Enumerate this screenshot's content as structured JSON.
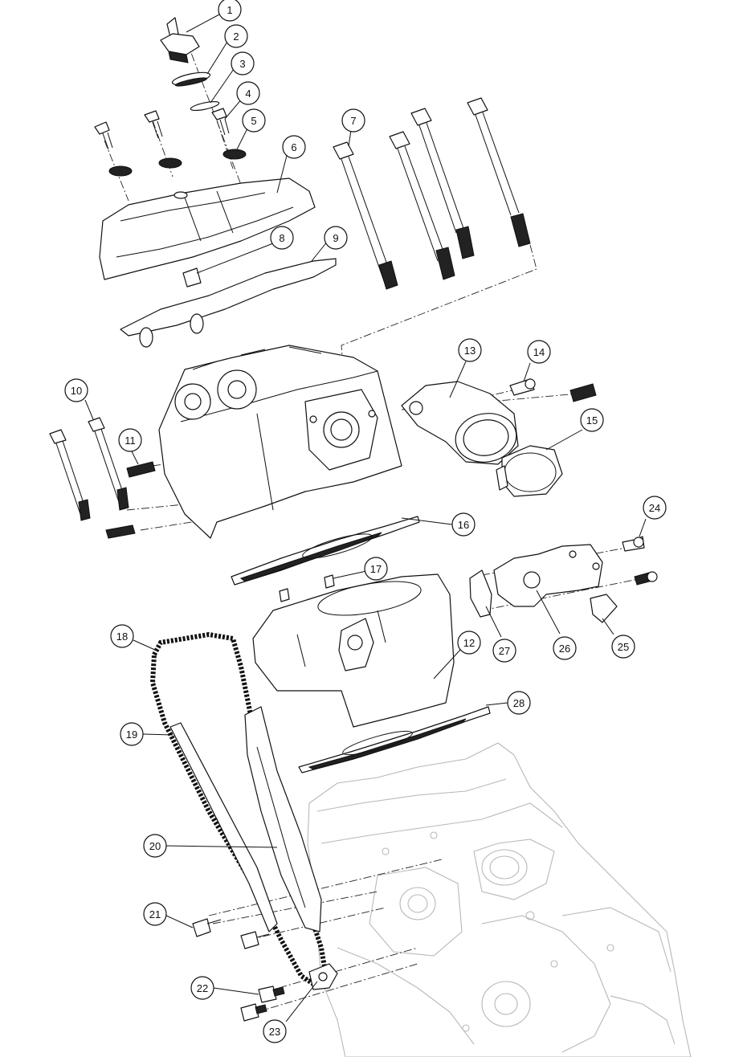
{
  "callouts": [
    {
      "id": "callout-1",
      "label": "1"
    },
    {
      "id": "callout-2",
      "label": "2"
    },
    {
      "id": "callout-3",
      "label": "3"
    },
    {
      "id": "callout-4",
      "label": "4"
    },
    {
      "id": "callout-5",
      "label": "5"
    },
    {
      "id": "callout-6",
      "label": "6"
    },
    {
      "id": "callout-7",
      "label": "7"
    },
    {
      "id": "callout-8",
      "label": "8"
    },
    {
      "id": "callout-9",
      "label": "9"
    },
    {
      "id": "callout-10",
      "label": "10"
    },
    {
      "id": "callout-11",
      "label": "11"
    },
    {
      "id": "callout-12",
      "label": "12"
    },
    {
      "id": "callout-13",
      "label": "13"
    },
    {
      "id": "callout-14",
      "label": "14"
    },
    {
      "id": "callout-15",
      "label": "15"
    },
    {
      "id": "callout-16",
      "label": "16"
    },
    {
      "id": "callout-17",
      "label": "17"
    },
    {
      "id": "callout-18",
      "label": "18"
    },
    {
      "id": "callout-19",
      "label": "19"
    },
    {
      "id": "callout-20",
      "label": "20"
    },
    {
      "id": "callout-21",
      "label": "21"
    },
    {
      "id": "callout-22",
      "label": "22"
    },
    {
      "id": "callout-23",
      "label": "23"
    },
    {
      "id": "callout-24",
      "label": "24"
    },
    {
      "id": "callout-25",
      "label": "25"
    },
    {
      "id": "callout-26",
      "label": "26"
    },
    {
      "id": "callout-27",
      "label": "27"
    },
    {
      "id": "callout-28",
      "label": "28"
    }
  ],
  "colors": {
    "line": "#111111",
    "ghost": "#b8b8b8",
    "background": "#ffffff"
  }
}
